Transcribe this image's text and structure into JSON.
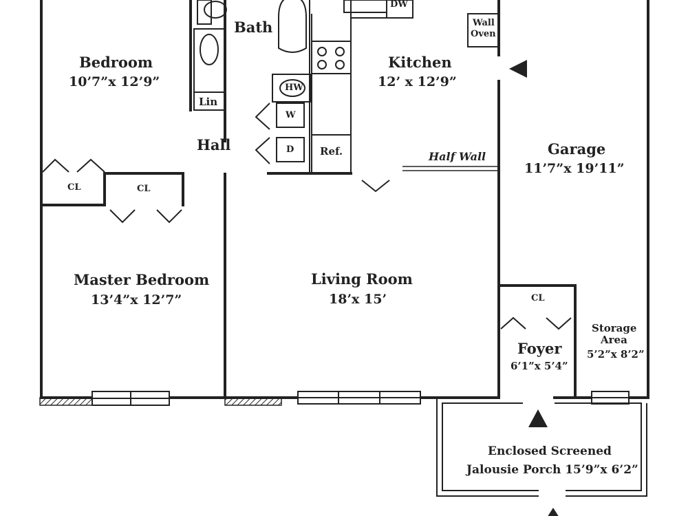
{
  "rooms": {
    "bath": {
      "name": "Bath"
    },
    "bedroom": {
      "name": "Bedroom",
      "dims": "10’7”x 12’9”"
    },
    "kitchen": {
      "name": "Kitchen",
      "dims": "12’ x 12’9”"
    },
    "hall": {
      "name": "Hall"
    },
    "garage": {
      "name": "Garage",
      "dims": "11’7”x 19’11”"
    },
    "master_bedroom": {
      "name": "Master Bedroom",
      "dims": "13’4”x 12’7”"
    },
    "living_room": {
      "name": "Living Room",
      "dims": "18’x 15’"
    },
    "foyer": {
      "name": "Foyer",
      "dims": "6’1”x 5’4”"
    },
    "storage": {
      "name_line1": "Storage",
      "name_line2": "Area",
      "dims": "5’2”x 8’2”"
    },
    "porch": {
      "line1": "Enclosed Screened",
      "line2": "Jalousie Porch 15’9”x 6’2”"
    }
  },
  "fixtures": {
    "dishwasher": "DW",
    "wall_oven_line1": "Wall",
    "wall_oven_line2": "Oven",
    "water_heater": "HW",
    "washer": "W",
    "dryer": "D",
    "refrigerator": "Ref.",
    "linen": "Lin",
    "closet_a": "CL",
    "closet_b": "CL",
    "closet_foyer": "CL"
  },
  "annotations": {
    "half_wall": "Half Wall"
  }
}
